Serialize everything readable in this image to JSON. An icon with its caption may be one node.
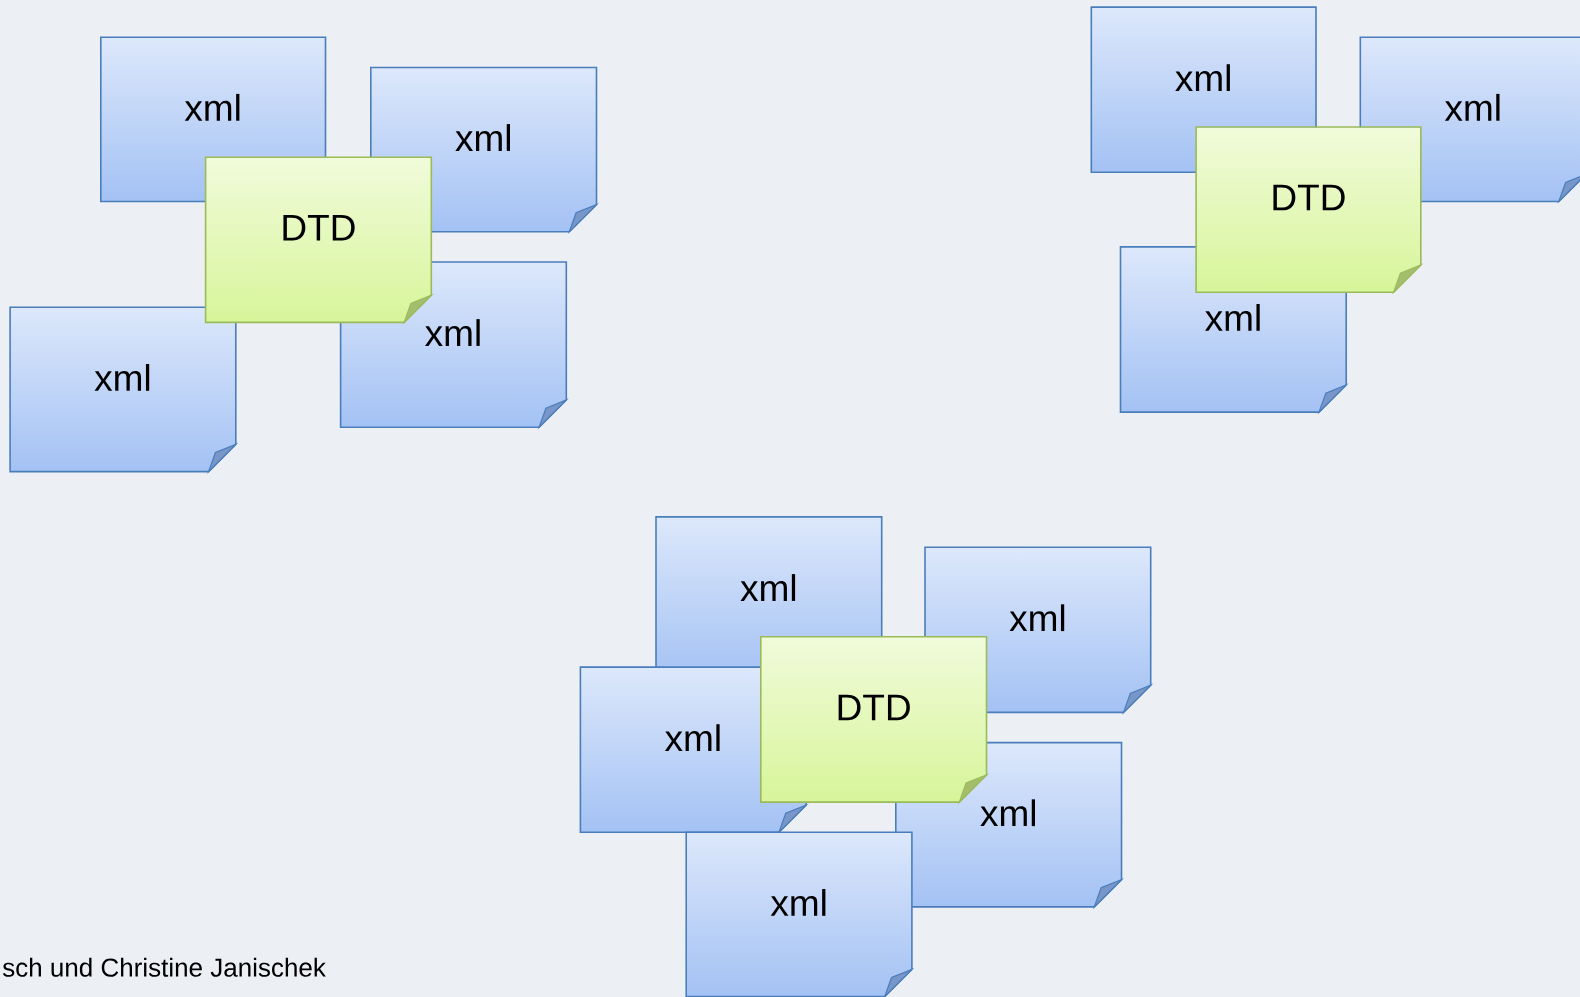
{
  "diagram": {
    "nodes": [
      {
        "text": [
          "xml"
        ]
      },
      {
        "text": [
          "xml"
        ]
      },
      {
        "text": [
          "DTD"
        ]
      },
      {
        "text": [
          "xml"
        ]
      },
      {
        "text": [
          "xml"
        ]
      },
      {
        "text": [
          "xml"
        ]
      },
      {
        "text": [
          "xml"
        ]
      },
      {
        "text": [
          "DTD"
        ]
      },
      {
        "text": [
          "xml"
        ]
      },
      {
        "text": [
          "xml"
        ]
      },
      {
        "text": [
          "xml"
        ]
      },
      {
        "text": [
          "xml"
        ]
      },
      {
        "text": [
          "DTD"
        ]
      },
      {
        "text": [
          "xml"
        ]
      },
      {
        "text": [
          "xml"
        ]
      }
    ],
    "labels": [
      "sch und Christine Janischek"
    ]
  }
}
